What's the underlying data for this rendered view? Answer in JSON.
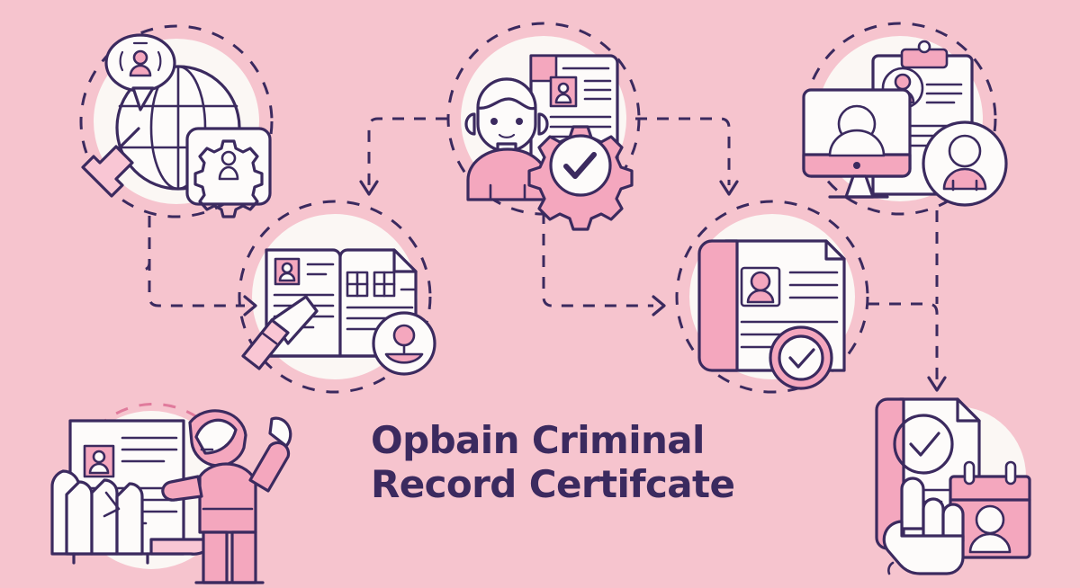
{
  "poster": {
    "title_line_1": "Opbain Criminal",
    "title_line_2": "Record Certifcate",
    "title_color": "#3b2a5f",
    "background_color": "#f6c4ce",
    "blob_color": "#fbf7f4",
    "accent_pink": "#f4a7be",
    "accent_pink_light": "#f9c6d4",
    "line_color": "#3b2a5f",
    "style": "flat-line infographic with dashed flow connectors"
  },
  "nodes": [
    {
      "id": "node-global-access",
      "label": "globe with user chat bubble, security gear and plug",
      "icons": [
        "globe-icon",
        "speech-bubble-user-icon",
        "gear-user-icon",
        "plug-icon"
      ],
      "position": "top-left"
    },
    {
      "id": "node-applicant-profile",
      "label": "applicant with identity document and verified gear",
      "icons": [
        "person-icon",
        "id-document-icon",
        "gear-check-icon"
      ],
      "position": "top-center"
    },
    {
      "id": "node-online-submission",
      "label": "computer with user, clipboard record and user avatar",
      "icons": [
        "monitor-user-icon",
        "clipboard-record-icon",
        "user-avatar-circle-icon"
      ],
      "position": "top-right"
    },
    {
      "id": "node-record-review",
      "label": "open record book with stamp and user badge",
      "icons": [
        "open-book-icon",
        "stamp-icon",
        "user-badge-circle-icon"
      ],
      "position": "middle-left"
    },
    {
      "id": "node-certificate-issued",
      "label": "certificate document with photo and approval check",
      "icons": [
        "certificate-document-icon",
        "photo-id-icon",
        "check-circle-icon"
      ],
      "position": "middle-right"
    },
    {
      "id": "node-applicant-handover",
      "label": "hand holding record sheet beside waving applicant",
      "icons": [
        "hand-document-icon",
        "waving-person-icon"
      ],
      "position": "bottom-left"
    },
    {
      "id": "node-collect-certificate",
      "label": "approved certificate with pointing hand and id calendar card",
      "icons": [
        "document-check-icon",
        "pointing-hand-icon",
        "id-calendar-card-icon"
      ],
      "position": "bottom-right"
    }
  ],
  "connectors": [
    {
      "id": "conn-global-to-record",
      "from": "node-global-access",
      "to": "node-record-review",
      "style": "dashed",
      "arrow": true
    },
    {
      "id": "conn-applicant-to-record",
      "from": "node-applicant-profile",
      "to": "node-record-review",
      "style": "dashed",
      "arrow": true
    },
    {
      "id": "conn-applicant-to-certificate",
      "from": "node-applicant-profile",
      "to": "node-certificate-issued",
      "style": "dashed",
      "arrow": true
    },
    {
      "id": "conn-record-to-certificate",
      "from": "node-record-review",
      "to": "node-certificate-issued",
      "style": "dashed",
      "arrow": true
    },
    {
      "id": "conn-online-to-collect",
      "from": "node-online-submission",
      "to": "node-collect-certificate",
      "style": "dashed",
      "arrow": true
    },
    {
      "id": "conn-certificate-to-collect",
      "from": "node-certificate-issued",
      "to": "node-collect-certificate",
      "style": "dashed",
      "arrow": true
    }
  ]
}
